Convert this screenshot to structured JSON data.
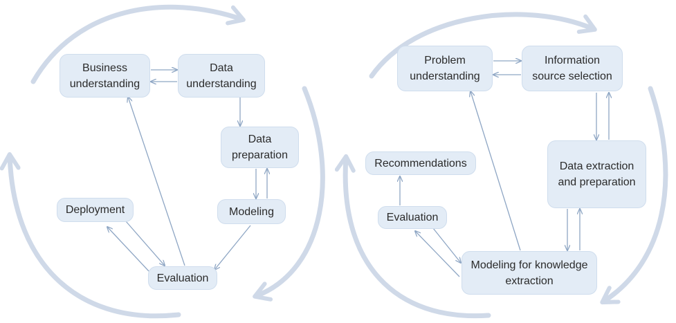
{
  "left_cycle": {
    "nodes": {
      "business_understanding": "Business understanding",
      "data_understanding": "Data understanding",
      "data_preparation": "Data preparation",
      "modeling": "Modeling",
      "evaluation": "Evaluation",
      "deployment": "Deployment"
    }
  },
  "right_cycle": {
    "nodes": {
      "problem_understanding": "Problem understanding",
      "information_source_selection": "Information source selection",
      "data_extraction_preparation": "Data extraction and preparation",
      "modeling_knowledge_extraction": "Modeling for knowledge extraction",
      "evaluation": "Evaluation",
      "recommendations": "Recommendations"
    }
  },
  "colors": {
    "node_fill": "#e3ecf6",
    "node_border": "#cfdded",
    "arrow": "#8ea6c4",
    "cycle_arrow": "#cfd9e8"
  }
}
